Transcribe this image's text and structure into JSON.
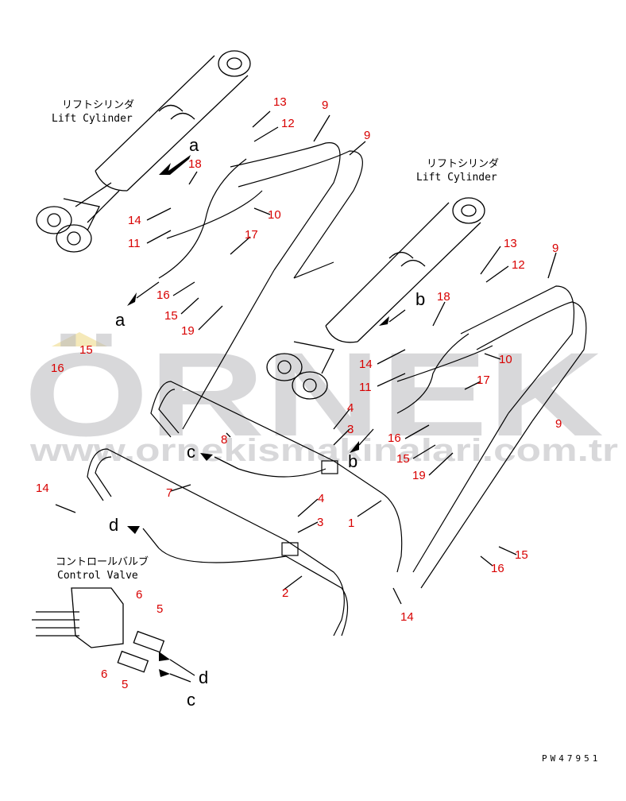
{
  "labels": {
    "lift_cylinder_jp": "リフトシリンダ",
    "lift_cylinder_en": "Lift Cylinder",
    "control_valve_jp": "コントロールバルブ",
    "control_valve_en": "Control Valve",
    "drawing_code": "PW47951"
  },
  "view_letters": [
    "a",
    "a",
    "b",
    "b",
    "c",
    "d",
    "d",
    "c"
  ],
  "callouts": [
    "13",
    "12",
    "9",
    "9",
    "18",
    "14",
    "11",
    "10",
    "17",
    "16",
    "15",
    "19",
    "13",
    "12",
    "9",
    "18",
    "14",
    "11",
    "10",
    "17",
    "9",
    "16",
    "15",
    "19",
    "15",
    "16",
    "4",
    "3",
    "8",
    "4",
    "3",
    "1",
    "7",
    "14",
    "6",
    "5",
    "6",
    "5",
    "14",
    "15",
    "16",
    "2"
  ],
  "watermark": {
    "logo": "ÖRNEK",
    "url": "www.ornekismakinalari.com.tr"
  },
  "colors": {
    "callout": "#d80000",
    "line": "#000000",
    "watermark": "#b9b9bd"
  }
}
